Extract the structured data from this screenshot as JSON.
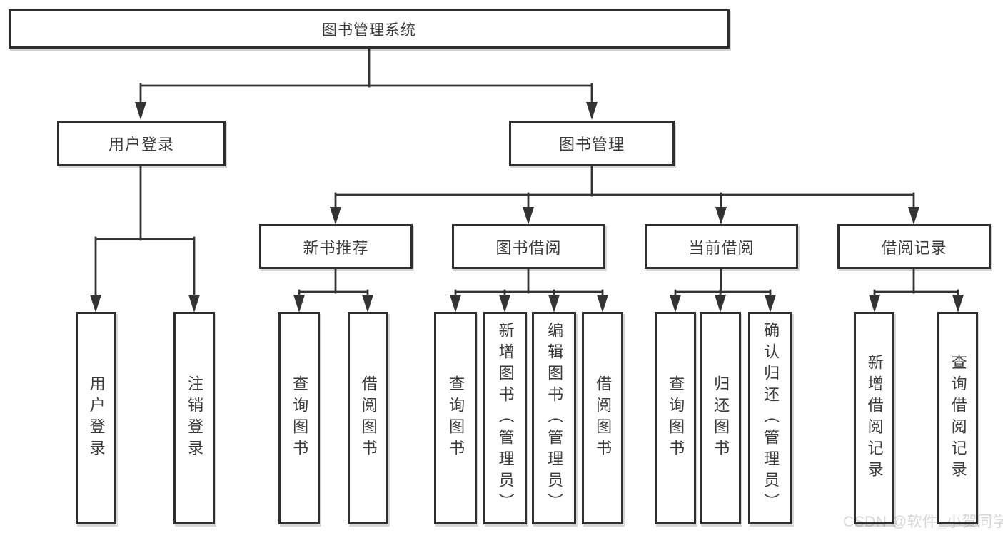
{
  "colors": {
    "background": "#ffffff",
    "border": "#2f2f2f",
    "line": "#333333",
    "text": "#3b3b3b"
  },
  "watermark": {
    "text": "CSDN @软件_小贺同学"
  },
  "tree": {
    "root": {
      "label": "图书管理系统"
    },
    "user_login": {
      "label": "用户登录",
      "children": {
        "login": "用户登录",
        "logout": "注销登录"
      }
    },
    "book_mgmt": {
      "label": "图书管理",
      "sections": {
        "new_book": {
          "label": "新书推荐",
          "children": {
            "query": "查询图书",
            "borrow": "借阅图书"
          }
        },
        "borrowing": {
          "label": "图书借阅",
          "children": {
            "query": "查询图书",
            "add": "新增图书（管理员）",
            "edit": "编辑图书（管理员）",
            "borrow": "借阅图书"
          }
        },
        "current": {
          "label": "当前借阅",
          "children": {
            "query": "查询图书",
            "return": "归还图书",
            "confirm": "确认归还（管理员）"
          }
        },
        "records": {
          "label": "借阅记录",
          "children": {
            "add": "新增借阅记录",
            "query": "查询借阅记录"
          }
        }
      }
    }
  }
}
